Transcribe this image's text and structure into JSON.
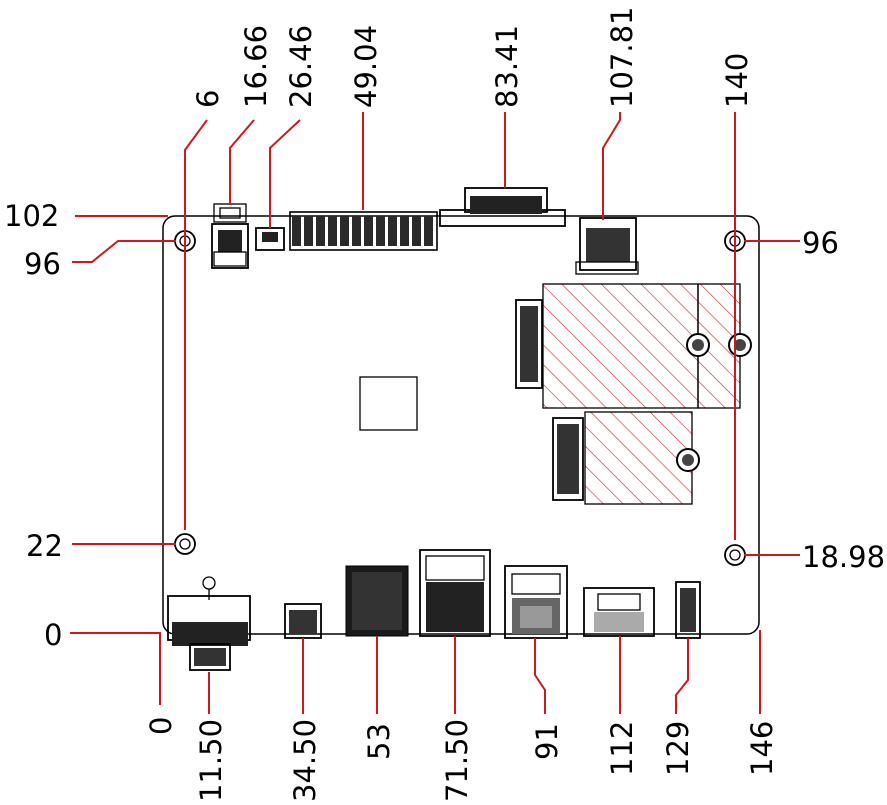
{
  "drawing": {
    "top_dimensions": [
      "6",
      "16.66",
      "26.46",
      "49.04",
      "83.41",
      "107.81",
      "140"
    ],
    "left_dimensions": [
      "102",
      "96",
      "22",
      "0"
    ],
    "right_dimensions": [
      "96",
      "18.98"
    ],
    "bottom_dimensions": [
      "0",
      "11.50",
      "34.50",
      "53",
      "71.50",
      "91",
      "112",
      "129",
      "146"
    ]
  }
}
